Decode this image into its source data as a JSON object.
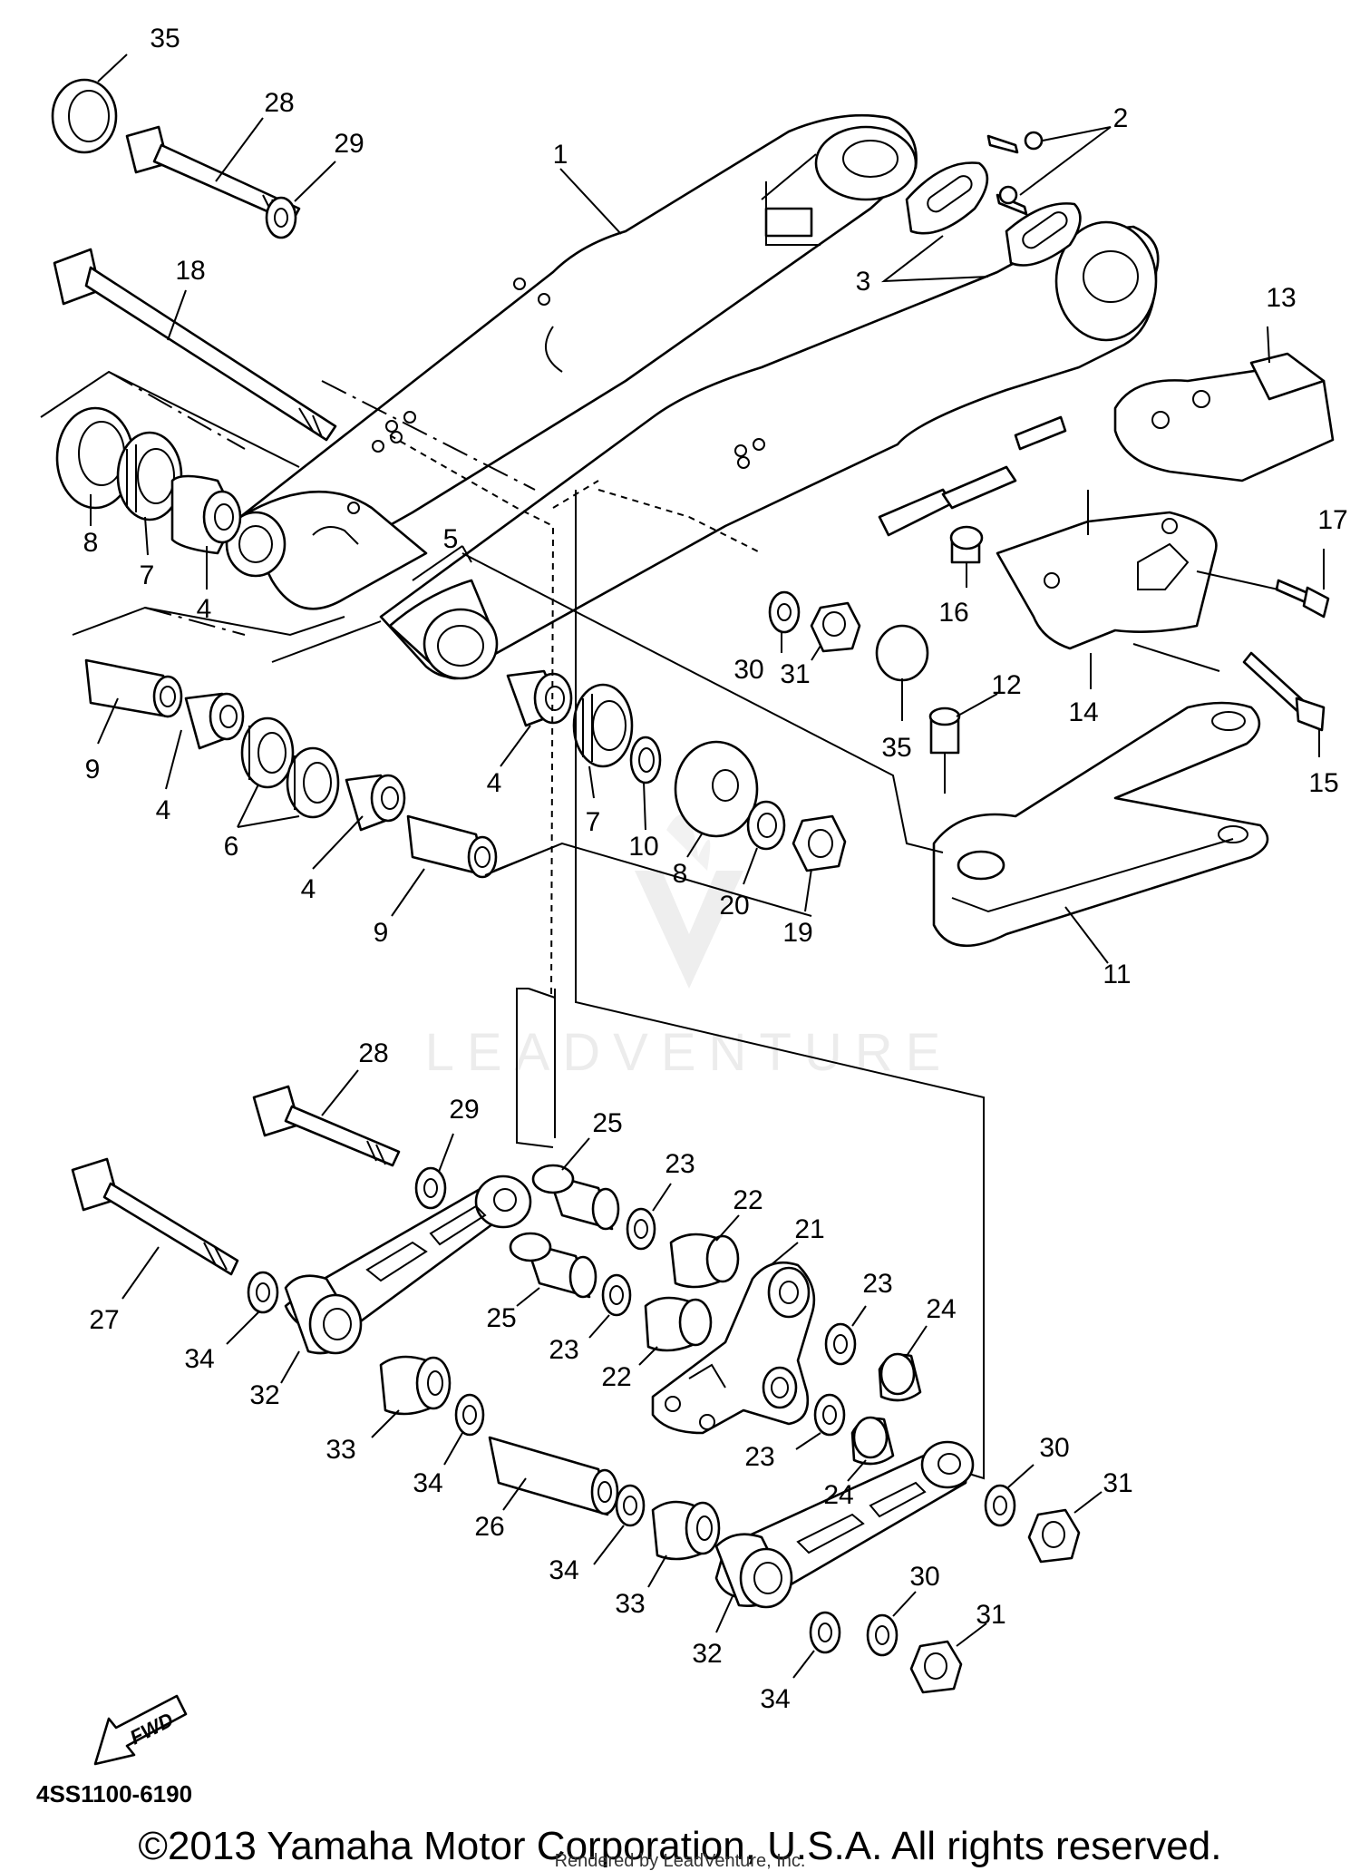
{
  "diagram": {
    "part_code": "4SS1100-6190",
    "fwd_label": "FWD",
    "watermark": "LEADVENTURE",
    "copyright": "©2013 Yamaha Motor Corporation, U.S.A. All rights reserved.",
    "rendered_by": "Rendered by LeadVenture, Inc.",
    "callouts": [
      "1",
      "2",
      "3",
      "4",
      "5",
      "6",
      "7",
      "8",
      "9",
      "10",
      "11",
      "12",
      "13",
      "14",
      "15",
      "16",
      "17",
      "18",
      "19",
      "20",
      "21",
      "22",
      "23",
      "24",
      "25",
      "26",
      "27",
      "28",
      "29",
      "30",
      "31",
      "32",
      "33",
      "34",
      "35"
    ]
  }
}
